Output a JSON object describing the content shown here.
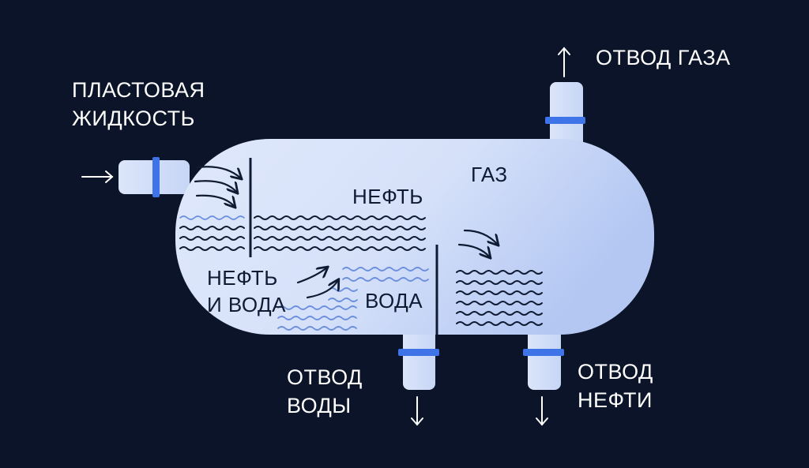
{
  "labels": {
    "inlet_line1": "ПЛАСТОВАЯ",
    "inlet_line2": "ЖИДКОСТЬ",
    "gas_outlet": "ОТВОД ГАЗА",
    "gas": "ГАЗ",
    "oil": "НЕФТЬ",
    "oil_and_water_line1": "НЕФТЬ",
    "oil_and_water_line2": "И ВОДА",
    "water": "ВОДА",
    "water_outlet_line1": "ОТВОД",
    "water_outlet_line2": "ВОДЫ",
    "oil_outlet_line1": "ОТВОД",
    "oil_outlet_line2": "НЕФТИ"
  },
  "icons": {
    "inlet": "arrow-right-icon",
    "gas_out": "arrow-up-icon",
    "water_out": "arrow-down-icon",
    "oil_out": "arrow-down-icon",
    "flow": "curved-flow-arrow-icon",
    "waves": "wave-lines-icon"
  },
  "colors": {
    "background": "#0b1428",
    "vessel_light": "#dfe8fb",
    "vessel_mid": "#b8ccf4",
    "flange": "#3f73e8",
    "ink": "#0f1a33",
    "water_waves": "#6b8fdd",
    "text": "#ffffff"
  }
}
